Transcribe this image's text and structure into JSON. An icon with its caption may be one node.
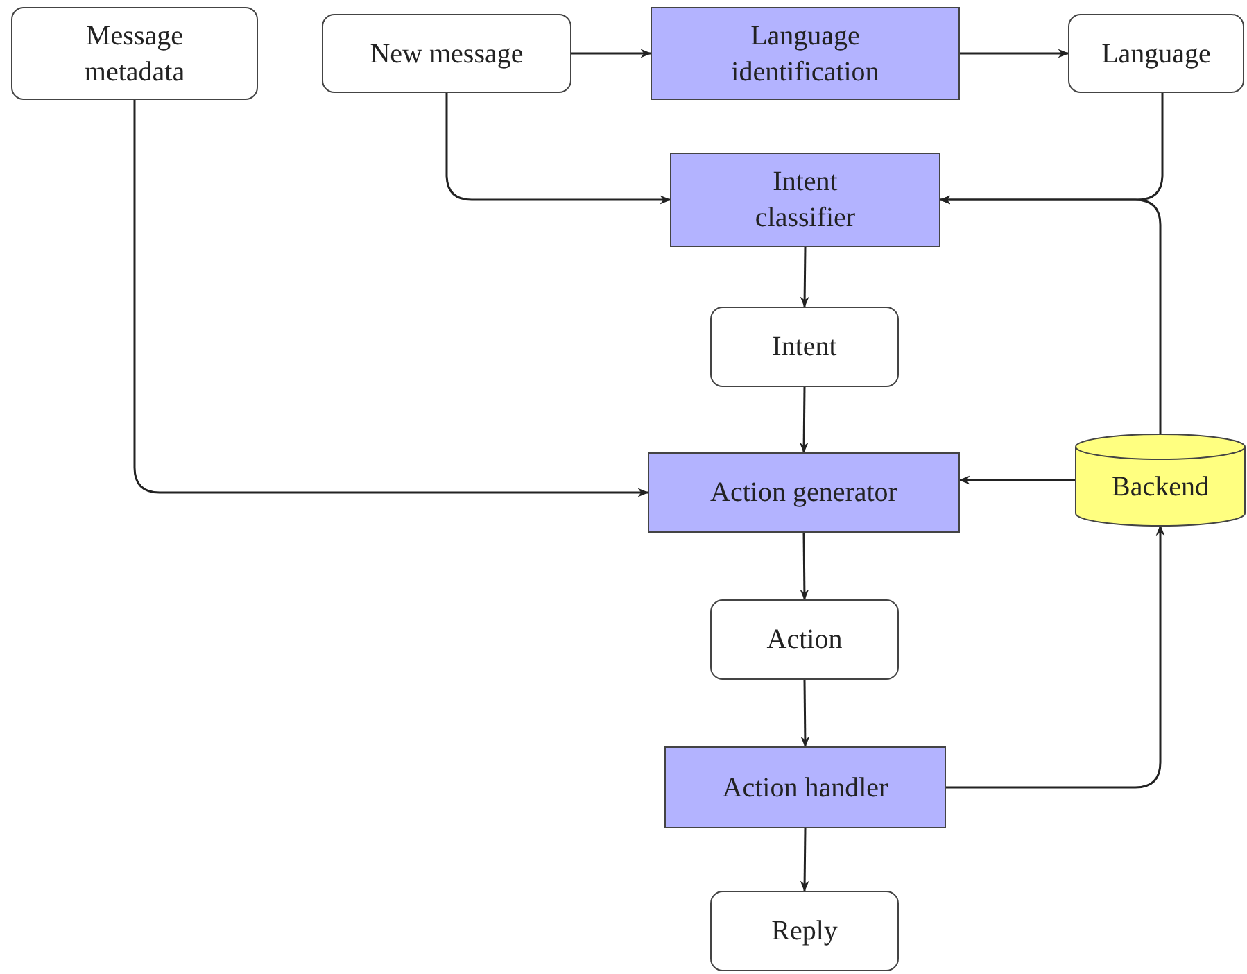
{
  "diagram": {
    "nodes": [
      {
        "text": [
          "Message metadata"
        ]
      },
      {
        "text": [
          "New message"
        ]
      },
      {
        "text": [
          "Language identification"
        ]
      },
      {
        "text": [
          "Language"
        ]
      },
      {
        "text": [
          "Intent classifier"
        ]
      },
      {
        "text": [
          "Intent"
        ]
      },
      {
        "text": [
          "Action generator"
        ]
      },
      {
        "text": [
          "Backend"
        ]
      },
      {
        "text": [
          "Action"
        ]
      },
      {
        "text": [
          "Action handler"
        ]
      },
      {
        "text": [
          "Reply"
        ]
      }
    ],
    "edges": [
      {
        "from": 1,
        "to": 2,
        "arrow": "to"
      },
      {
        "from": 2,
        "to": 3,
        "arrow": "to"
      },
      {
        "from": 1,
        "to": 4,
        "arrow": "to"
      },
      {
        "from": 3,
        "to": 4,
        "arrow": "to"
      },
      {
        "from": 7,
        "to": 4,
        "arrow": "to"
      },
      {
        "from": 4,
        "to": 5,
        "arrow": "to"
      },
      {
        "from": 5,
        "to": 6,
        "arrow": "to"
      },
      {
        "from": 0,
        "to": 6,
        "arrow": "to"
      },
      {
        "from": 7,
        "to": 6,
        "arrow": "to"
      },
      {
        "from": 6,
        "to": 8,
        "arrow": "to"
      },
      {
        "from": 8,
        "to": 9,
        "arrow": "to"
      },
      {
        "from": 9,
        "to": 7,
        "arrow": "to"
      },
      {
        "from": 9,
        "to": 10,
        "arrow": "to"
      }
    ]
  }
}
